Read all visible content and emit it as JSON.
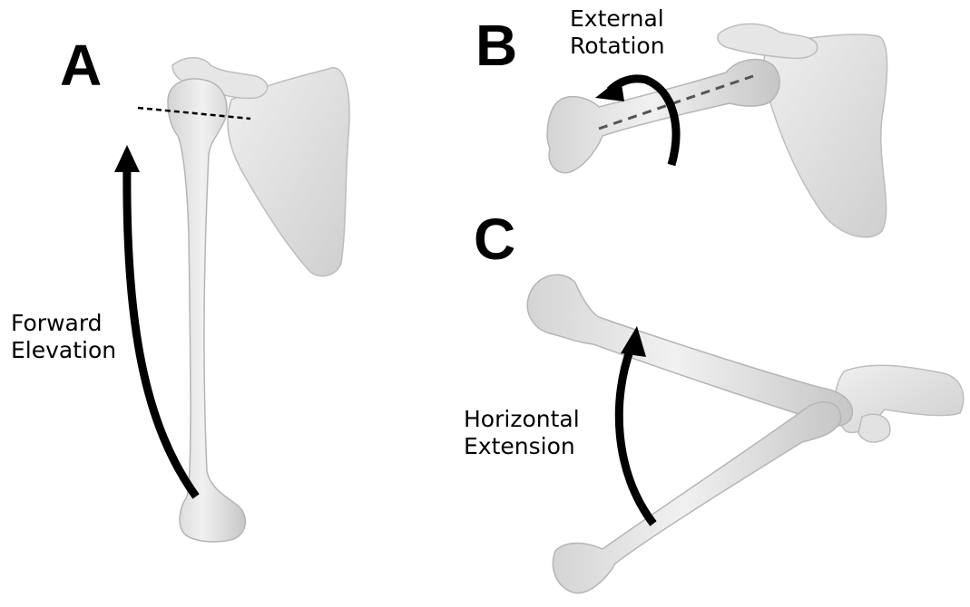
{
  "panels": {
    "a": {
      "letter": "A",
      "label_line1": "Forward",
      "label_line2": "Elevation"
    },
    "b": {
      "letter": "B",
      "label_line1": "External",
      "label_line2": "Rotation"
    },
    "c": {
      "letter": "C",
      "label_line1": "Horizontal",
      "label_line2": "Extension"
    }
  },
  "colors": {
    "bone": "#e8e8e8",
    "bone_shadow": "#c9c9c9",
    "bone_outline": "#b8b8b8",
    "arrow": "#000000",
    "axis_line": "#555555"
  }
}
